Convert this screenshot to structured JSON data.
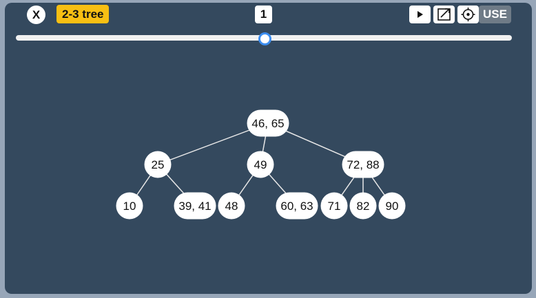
{
  "toolbar": {
    "close_label": "X",
    "title": "2-3 tree",
    "step": "1",
    "use_label": "USE",
    "icons": [
      "play-icon",
      "external-link-icon",
      "crosshair-icon"
    ]
  },
  "slider": {
    "value_fraction": 0.5
  },
  "colors": {
    "panel": "#34495e",
    "background": "#97a6b8",
    "title_badge": "#f8bf13",
    "slider_thumb_border": "#3b8df0",
    "use_button": "#6f7b87",
    "node_fill": "#ffffff"
  },
  "tree": {
    "levels": [
      [
        {
          "id": "n-46-65",
          "label": "46, 65"
        }
      ],
      [
        {
          "id": "n-25",
          "label": "25",
          "parent": "n-46-65"
        },
        {
          "id": "n-49",
          "label": "49",
          "parent": "n-46-65"
        },
        {
          "id": "n-72-88",
          "label": "72, 88",
          "parent": "n-46-65"
        }
      ],
      [
        {
          "id": "n-10",
          "label": "10",
          "parent": "n-25"
        },
        {
          "id": "n-39-41",
          "label": "39, 41",
          "parent": "n-25"
        },
        {
          "id": "n-48",
          "label": "48",
          "parent": "n-49"
        },
        {
          "id": "n-60-63",
          "label": "60, 63",
          "parent": "n-49"
        },
        {
          "id": "n-71",
          "label": "71",
          "parent": "n-72-88"
        },
        {
          "id": "n-82",
          "label": "82",
          "parent": "n-72-88"
        },
        {
          "id": "n-90",
          "label": "90",
          "parent": "n-72-88"
        }
      ]
    ]
  }
}
